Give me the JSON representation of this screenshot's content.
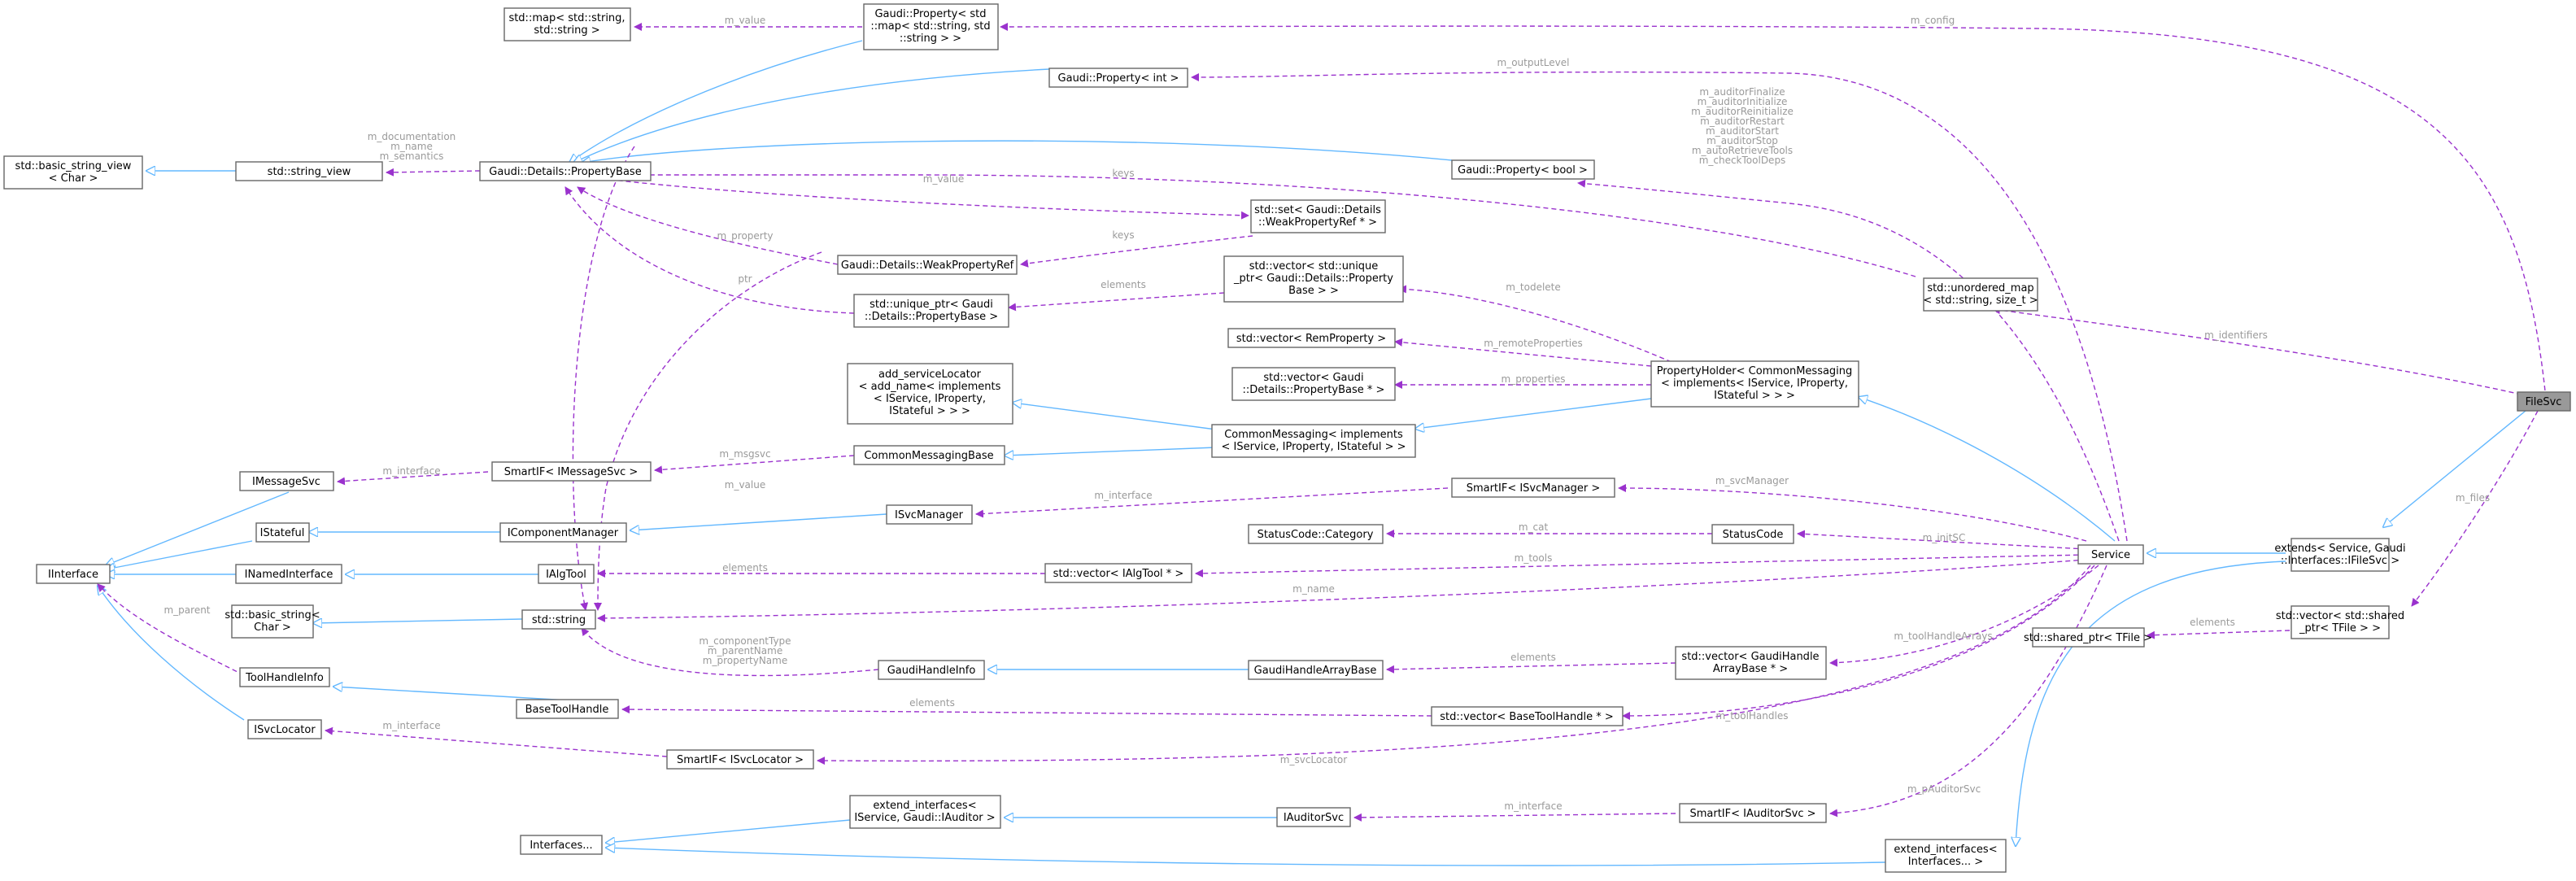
{
  "colors": {
    "inheritance_edge": "#63b8ff",
    "member_edge": "#9a32cd",
    "edge_label": "#9a9a9a",
    "node_border": "#666666",
    "focus_node_fill": "#999999"
  },
  "nodes": {
    "FileSvc": [
      "FileSvc"
    ],
    "extends": [
      "extends< Service, Gaudi",
      "::Interfaces::IFileSvc >"
    ],
    "vector_shared_ptr_TFile": [
      "std::vector< std::shared",
      "_ptr< TFile > >"
    ],
    "shared_ptr_TFile": [
      "std::shared_ptr< TFile >"
    ],
    "Service": [
      "Service"
    ],
    "unordered_map": [
      "std::unordered_map",
      "< std::string, size_t >"
    ],
    "PropertyHolder": [
      "PropertyHolder< CommonMessaging",
      "< implements< IService, IProperty,",
      "IStateful > > >"
    ],
    "CommonMessaging": [
      "CommonMessaging< implements",
      "< IService, IProperty, IStateful > >"
    ],
    "CommonMessagingBase": [
      "CommonMessagingBase"
    ],
    "add_serviceLocator": [
      "add_serviceLocator",
      "< add_name< implements",
      "< IService, IProperty,",
      "IStateful > > >"
    ],
    "SmartIF_ISvcManager": [
      "SmartIF< ISvcManager >"
    ],
    "StatusCode": [
      "StatusCode"
    ],
    "StatusCode_Category": [
      "StatusCode::Category"
    ],
    "vector_IAlgTool": [
      "std::vector< IAlgTool * >"
    ],
    "vector_GaudiHandleArrayBase": [
      "std::vector< GaudiHandle",
      "ArrayBase * >"
    ],
    "GaudiHandleArrayBase": [
      "GaudiHandleArrayBase"
    ],
    "GaudiHandleInfo": [
      "GaudiHandleInfo"
    ],
    "vector_BaseToolHandle": [
      "std::vector< BaseToolHandle * >"
    ],
    "BaseToolHandle": [
      "BaseToolHandle"
    ],
    "ToolHandleInfo": [
      "ToolHandleInfo"
    ],
    "SmartIF_ISvcLocator": [
      "SmartIF< ISvcLocator >"
    ],
    "ISvcLocator": [
      "ISvcLocator"
    ],
    "SmartIF_IAuditorSvc": [
      "SmartIF< IAuditorSvc >"
    ],
    "IAuditorSvc": [
      "IAuditorSvc"
    ],
    "extend_interfaces_IService": [
      "extend_interfaces<",
      "IService, Gaudi::IAuditor >"
    ],
    "extend_interfaces_Interfaces": [
      "extend_interfaces<",
      "Interfaces... >"
    ],
    "Interfaces": [
      "Interfaces..."
    ],
    "IInterface": [
      "IInterface"
    ],
    "IMessageSvc": [
      "IMessageSvc"
    ],
    "IStateful": [
      "IStateful"
    ],
    "INamedInterface": [
      "INamedInterface"
    ],
    "SmartIF_IMessageSvc": [
      "SmartIF< IMessageSvc >"
    ],
    "IComponentManager": [
      "IComponentManager"
    ],
    "ISvcManager": [
      "ISvcManager"
    ],
    "IAlgTool": [
      "IAlgTool"
    ],
    "std_string": [
      "std::string"
    ],
    "basic_string_Char": [
      "std::basic_string<",
      "Char >"
    ],
    "basic_string_view_Char": [
      "std::basic_string_view",
      "< Char >"
    ],
    "string_view": [
      "std::string_view"
    ],
    "PropertyBase": [
      "Gaudi::Details::PropertyBase"
    ],
    "std_map": [
      "std::map< std::string,",
      "std::string >"
    ],
    "Property_map": [
      "Gaudi::Property< std",
      "::map< std::string, std",
      "::string > >"
    ],
    "Property_int": [
      "Gaudi::Property< int >"
    ],
    "Property_bool": [
      "Gaudi::Property< bool >"
    ],
    "set_WeakPropertyRef": [
      "std::set< Gaudi::Details",
      "::WeakPropertyRef * >"
    ],
    "WeakPropertyRef": [
      "Gaudi::Details::WeakPropertyRef"
    ],
    "unique_ptr_PropertyBase": [
      "std::unique_ptr< Gaudi",
      "::Details::PropertyBase >"
    ],
    "vector_unique_ptr_PropertyBase": [
      "std::vector< std::unique",
      "_ptr< Gaudi::Details::Property",
      "Base > >"
    ],
    "vector_RemProperty": [
      "std::vector< RemProperty >"
    ],
    "vector_PropertyBase_ptr": [
      "std::vector< Gaudi",
      "::Details::PropertyBase * >"
    ]
  },
  "edge_labels": {
    "m_config": [
      "m_config"
    ],
    "m_identifiers": [
      "m_identifiers"
    ],
    "m_files": [
      "m_files"
    ],
    "elements_shared_ptr": [
      "elements"
    ],
    "m_outputLevel": [
      "m_outputLevel"
    ],
    "auditor_flags": [
      "m_auditorFinalize",
      "m_auditorInitialize",
      "m_auditorReinitialize",
      "m_auditorRestart",
      "m_auditorStart",
      "m_auditorStop",
      "m_autoRetrieveTools",
      "m_checkToolDeps"
    ],
    "keys_umap": [
      "keys"
    ],
    "m_todelete": [
      "m_todelete"
    ],
    "m_remoteProperties": [
      "m_remoteProperties"
    ],
    "m_properties": [
      "m_properties"
    ],
    "m_svcManager": [
      "m_svcManager"
    ],
    "m_cat": [
      "m_cat"
    ],
    "m_initSC": [
      "m_initSC"
    ],
    "m_tools": [
      "m_tools"
    ],
    "m_name": [
      "m_name"
    ],
    "m_toolHandleArrays": [
      "m_toolHandleArrays"
    ],
    "m_toolHandles": [
      "m_toolHandles"
    ],
    "m_svcLocator": [
      "m_svcLocator"
    ],
    "m_pAuditorSvc": [
      "m_pAuditorSvc"
    ],
    "m_value_map": [
      "m_value"
    ],
    "string_view_members": [
      "m_documentation",
      "m_name",
      "m_semantics"
    ],
    "m_property": [
      "m_property"
    ],
    "keys_set": [
      "keys"
    ],
    "ptr": [
      "ptr"
    ],
    "elements_unique_ptr": [
      "elements"
    ],
    "m_msgsvc": [
      "m_msgsvc"
    ],
    "m_interface_msgsvc": [
      "m_interface"
    ],
    "m_value_string": [
      "m_value"
    ],
    "m_interface_svcmanager": [
      "m_interface"
    ],
    "elements_ialgtool": [
      "elements"
    ],
    "handle_info_members": [
      "m_componentType",
      "m_parentName",
      "m_propertyName"
    ],
    "elements_gaudihandlearray": [
      "elements"
    ],
    "elements_basetoolhandle": [
      "elements"
    ],
    "m_parent": [
      "m_parent"
    ],
    "m_interface_svclocator": [
      "m_interface"
    ],
    "m_interface_auditorsvc": [
      "m_interface"
    ],
    "m_value_string2": [
      "m_value"
    ]
  }
}
